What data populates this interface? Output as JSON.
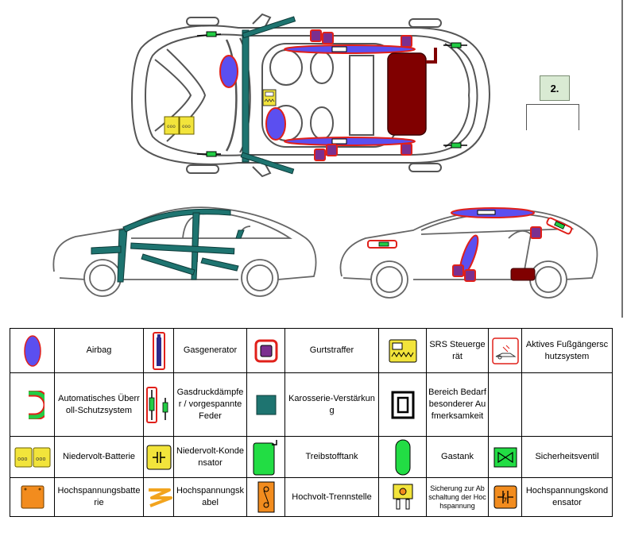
{
  "badge": {
    "number": "2."
  },
  "sign": {
    "name": "car-distance-sign"
  },
  "colors": {
    "airbag": "#5b4ff0",
    "gas_generator": "#2c2a8c",
    "seatbelt_tensioner": "#7b2f8f",
    "reinforcement": "#1e7470",
    "fuel_tank": "#800000",
    "highlight_red": "#e0201a",
    "rollover_green": "#22cc44"
  },
  "legend": {
    "rows": [
      [
        {
          "label": "Airbag",
          "icon": "airbag-icon"
        },
        {
          "label": "Gasgenerator",
          "icon": "gas-generator-icon"
        },
        {
          "label": "Gurtstraffer",
          "icon": "seatbelt-tensioner-icon"
        },
        {
          "label": "SRS Steuergerät",
          "icon": "srs-control-unit-icon"
        },
        {
          "label": "Aktives Fußgängerschutzsystem",
          "icon": "pedestrian-protection-icon"
        }
      ],
      [
        {
          "label": "Automatisches Überroll-Schutzsystem",
          "icon": "rollover-protection-icon"
        },
        {
          "label": "Gasdruckdämpfer / vorgespannte Feder",
          "icon": "gas-damper-icon"
        },
        {
          "label": "Karosserie-Verstärkung",
          "icon": "body-reinforcement-icon"
        },
        {
          "label": "Bereich Bedarf besonderer Aufmerksamkeit",
          "icon": "attention-area-icon"
        },
        {
          "label": "",
          "icon": ""
        }
      ],
      [
        {
          "label": "Niedervolt-Batterie",
          "icon": "low-voltage-battery-icon"
        },
        {
          "label": "Niedervolt-Kondensator",
          "icon": "low-voltage-capacitor-icon"
        },
        {
          "label": "Treibstofftank",
          "icon": "fuel-tank-icon"
        },
        {
          "label": "Gastank",
          "icon": "gas-tank-icon"
        },
        {
          "label": "Sicherheitsventil",
          "icon": "safety-valve-icon"
        }
      ],
      [
        {
          "label": "Hochspannungsbatterie",
          "icon": "high-voltage-battery-icon"
        },
        {
          "label": "Hochspannungskabel",
          "icon": "high-voltage-cable-icon"
        },
        {
          "label": "Hochvolt-Trennstelle",
          "icon": "high-voltage-disconnect-icon"
        },
        {
          "label": "Sicherung zur Abschaltung der Hochspannung",
          "icon": "high-voltage-fuse-icon"
        },
        {
          "label": "Hochspannungskondensator",
          "icon": "high-voltage-capacitor-icon"
        }
      ]
    ]
  }
}
